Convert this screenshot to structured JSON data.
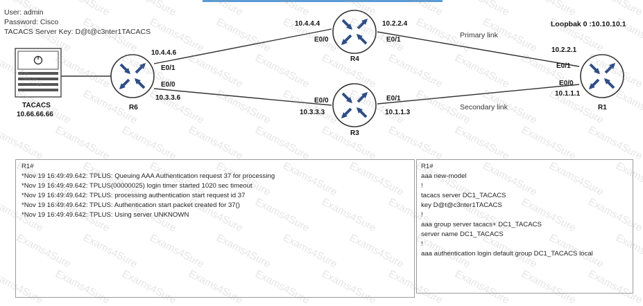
{
  "credentials": {
    "user": "User: admin",
    "password": "Password: Cisco",
    "key": "TACACS Server Key: D@t@c3nter1TACACS"
  },
  "loopback": "Loopbak 0 :10.10.10.1",
  "nodes": {
    "tacacs": {
      "name": "TACACS",
      "ip": "10.66.66.66"
    },
    "r6": {
      "name": "R6"
    },
    "r4": {
      "name": "R4"
    },
    "r3": {
      "name": "R3"
    },
    "r1": {
      "name": "R1"
    }
  },
  "interfaces": {
    "r4_left_ip": "10.4.4.4",
    "r4_left_if": "E0/0",
    "r4_right_ip": "10.2.2.4",
    "r4_right_if": "E0/1",
    "r6_top_ip": "10.4.4.6",
    "r6_top_if": "E0/1",
    "r6_bot_if": "E0/0",
    "r6_bot_ip": "10.3.3.6",
    "r3_left_if": "E0/0",
    "r3_left_ip": "10.3.3.3",
    "r3_right_if": "E0/1",
    "r3_right_ip": "10.1.1.3",
    "r1_top_ip": "10.2.2.1",
    "r1_top_if": "E0/1",
    "r1_bot_if": "E0/0",
    "r1_bot_ip": "10.1.1.1"
  },
  "links": {
    "primary": "Primary link",
    "secondary": "Secondary link"
  },
  "log_panel": {
    "lines": [
      "R1#",
      "*Nov 19 16:49:49.642: TPLUS: Queuing AAA Authentication request 37 for processing",
      "*Nov 19 16:49:49.642: TPLUS(00000025) login timer started 1020 sec timeout",
      "*Nov 19 16:49:49.642: TPLUS: processing authentication start request id 37",
      "*Nov 19 16:49:49.642: TPLUS: Authentication start packet created for 37()",
      "*Nov 19 16:49:49.642: TPLUS: Using server UNKNOWN"
    ]
  },
  "config_panel": {
    "lines": [
      "R1#",
      "aaa new-model",
      "!",
      "tacacs server DC1_TACACS",
      " key D@t@c3nter1TACACS",
      "!",
      "aaa group server tacacs+ DC1_TACACS",
      " server name DC1_TACACS",
      "!",
      "aaa authentication login default group DC1_TACACS local"
    ]
  },
  "watermark": "Exams4Sure",
  "colors": {
    "router_fill": "#ffffff",
    "router_stroke": "#333333",
    "arrow": "#2e4e86",
    "panel_border": "#9a9a9a",
    "accent": "#5b9bd5"
  }
}
